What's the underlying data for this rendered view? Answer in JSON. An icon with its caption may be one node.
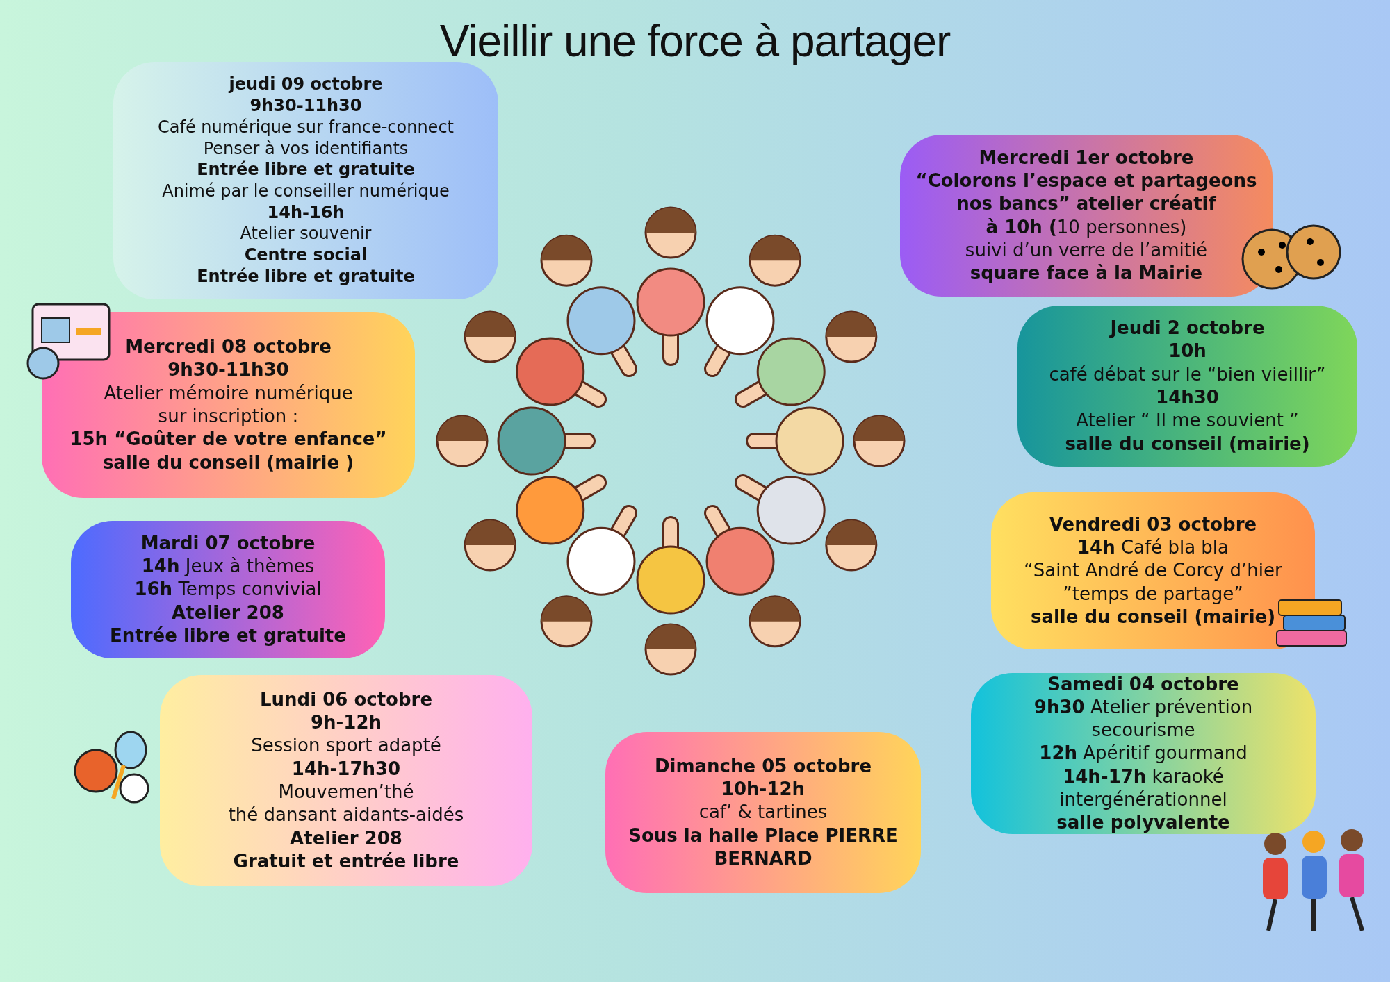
{
  "diagram": {
    "title": "Vieillir une force à partager",
    "nodes": [
      {
        "text": [
          "jeudi 09 octobre",
          "**9h30-11h30**",
          "Café numérique sur france-connect",
          "Penser à vos identifiants",
          "**Entrée libre et gratuite**",
          "Animé par le conseiller numérique",
          "**14h-16h**",
          "Atelier souvenir",
          "**Centre social**",
          "**Entrée libre et gratuite**"
        ]
      },
      {
        "text": [
          "Mercredi 1er octobre",
          "**“Colorons l’espace et partageons nos bancs” atelier créatif**",
          "**à 10h (**10 personnes)",
          "suivi d’un verre de l’amitié",
          "**square face à la Mairie**"
        ]
      },
      {
        "text": [
          "Mercredi 08 octobre",
          "**9h30-11h30**",
          "Atelier mémoire numérique",
          "sur inscription :",
          "**15h “Goûter de votre enfance”**",
          "**salle du conseil (mairie )**"
        ]
      },
      {
        "text": [
          "Jeudi 2 octobre",
          "**10h**",
          "café débat sur le “bien vieillir”",
          "**14h30**",
          "Atelier “ Il me souvient ”",
          "**salle du conseil (mairie)**"
        ]
      },
      {
        "text": [
          "Mardi 07 octobre",
          "**14h**  Jeux à thèmes",
          "**16h** Temps convivial",
          "**Atelier 208**",
          "**Entrée libre et gratuite**"
        ]
      },
      {
        "text": [
          "Vendredi 03 octobre",
          "**14h** Café bla bla",
          "“Saint André de Corcy d’hier",
          "”temps de partage”",
          "**salle du conseil (mairie)**"
        ]
      },
      {
        "text": [
          "Lundi 06 octobre",
          "**9h-12h**",
          "Session sport adapté",
          "**14h-17h30**",
          "Mouvemen’thé",
          "thé dansant aidants-aidés",
          "**Atelier 208**",
          "**Gratuit et entrée libre**"
        ]
      },
      {
        "text": [
          "Samedi 04 octobre",
          "**9h30** Atelier prévention secourisme",
          "**12h** Apéritif gourmand",
          "**14h-17h** karaoké intergénérationnel",
          "**salle polyvalente**"
        ]
      },
      {
        "text": [
          "Dimanche 05 octobre",
          "**10h-12h**",
          "caf’ & tartines",
          "**Sous la halle Place PIERRE BERNARD**"
        ]
      }
    ]
  }
}
